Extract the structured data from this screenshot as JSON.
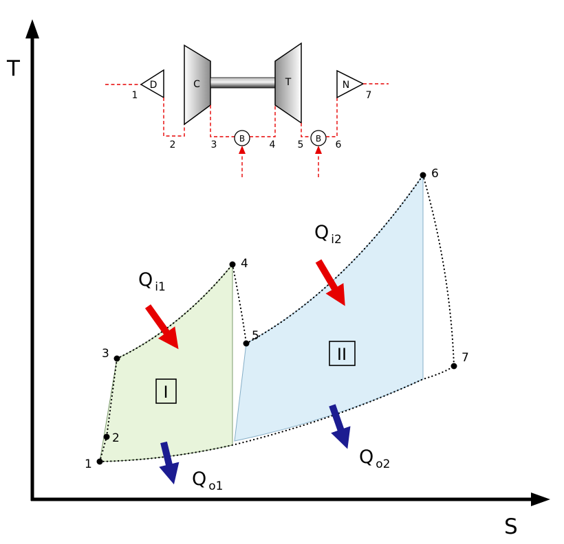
{
  "colors": {
    "red": "#e60000",
    "navy": "#1c1c91",
    "region_i_fill": "#e8f4db",
    "region_ii_fill": "#dceef8"
  },
  "axes": {
    "y_label": "T",
    "x_label": "S"
  },
  "schematic": {
    "diffuser_label": "D",
    "compressor_label": "C",
    "turbine_label": "T",
    "nozzle_label": "N",
    "burner1_label": "B",
    "burner2_label": "B",
    "stations": {
      "s1": "1",
      "s2": "2",
      "s3": "3",
      "s4": "4",
      "s5": "5",
      "s6": "6",
      "s7": "7"
    }
  },
  "ts_diagram": {
    "points": {
      "p1": "1",
      "p2": "2",
      "p3": "3",
      "p4": "4",
      "p5": "5",
      "p6": "6",
      "p7": "7"
    },
    "region_i_label": "I",
    "region_ii_label": "II",
    "heat": {
      "qi1": {
        "symbol": "Q",
        "sub": "i1"
      },
      "qi2": {
        "symbol": "Q",
        "sub": "i2"
      },
      "qo1": {
        "symbol": "Q",
        "sub": "o1"
      },
      "qo2": {
        "symbol": "Q",
        "sub": "o2"
      }
    }
  }
}
